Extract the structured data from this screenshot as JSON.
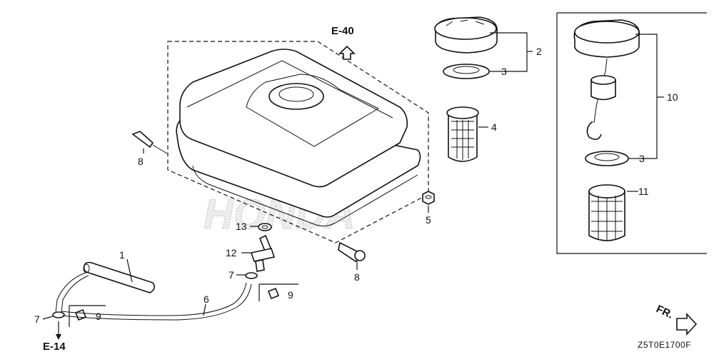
{
  "references": {
    "top": "E-40",
    "bottom": "E-14"
  },
  "front_label": "FR.",
  "diagram_code": "Z5T0E1700F",
  "watermark": "HONDA",
  "callouts": {
    "c1": "1",
    "c2": "2",
    "c3a": "3",
    "c3b": "3",
    "c4": "4",
    "c5": "5",
    "c6": "6",
    "c7a": "7",
    "c7b": "7",
    "c8a": "8",
    "c8b": "8",
    "c9a": "9",
    "c9b": "9",
    "c10": "10",
    "c11": "11",
    "c12": "12",
    "c13": "13"
  }
}
